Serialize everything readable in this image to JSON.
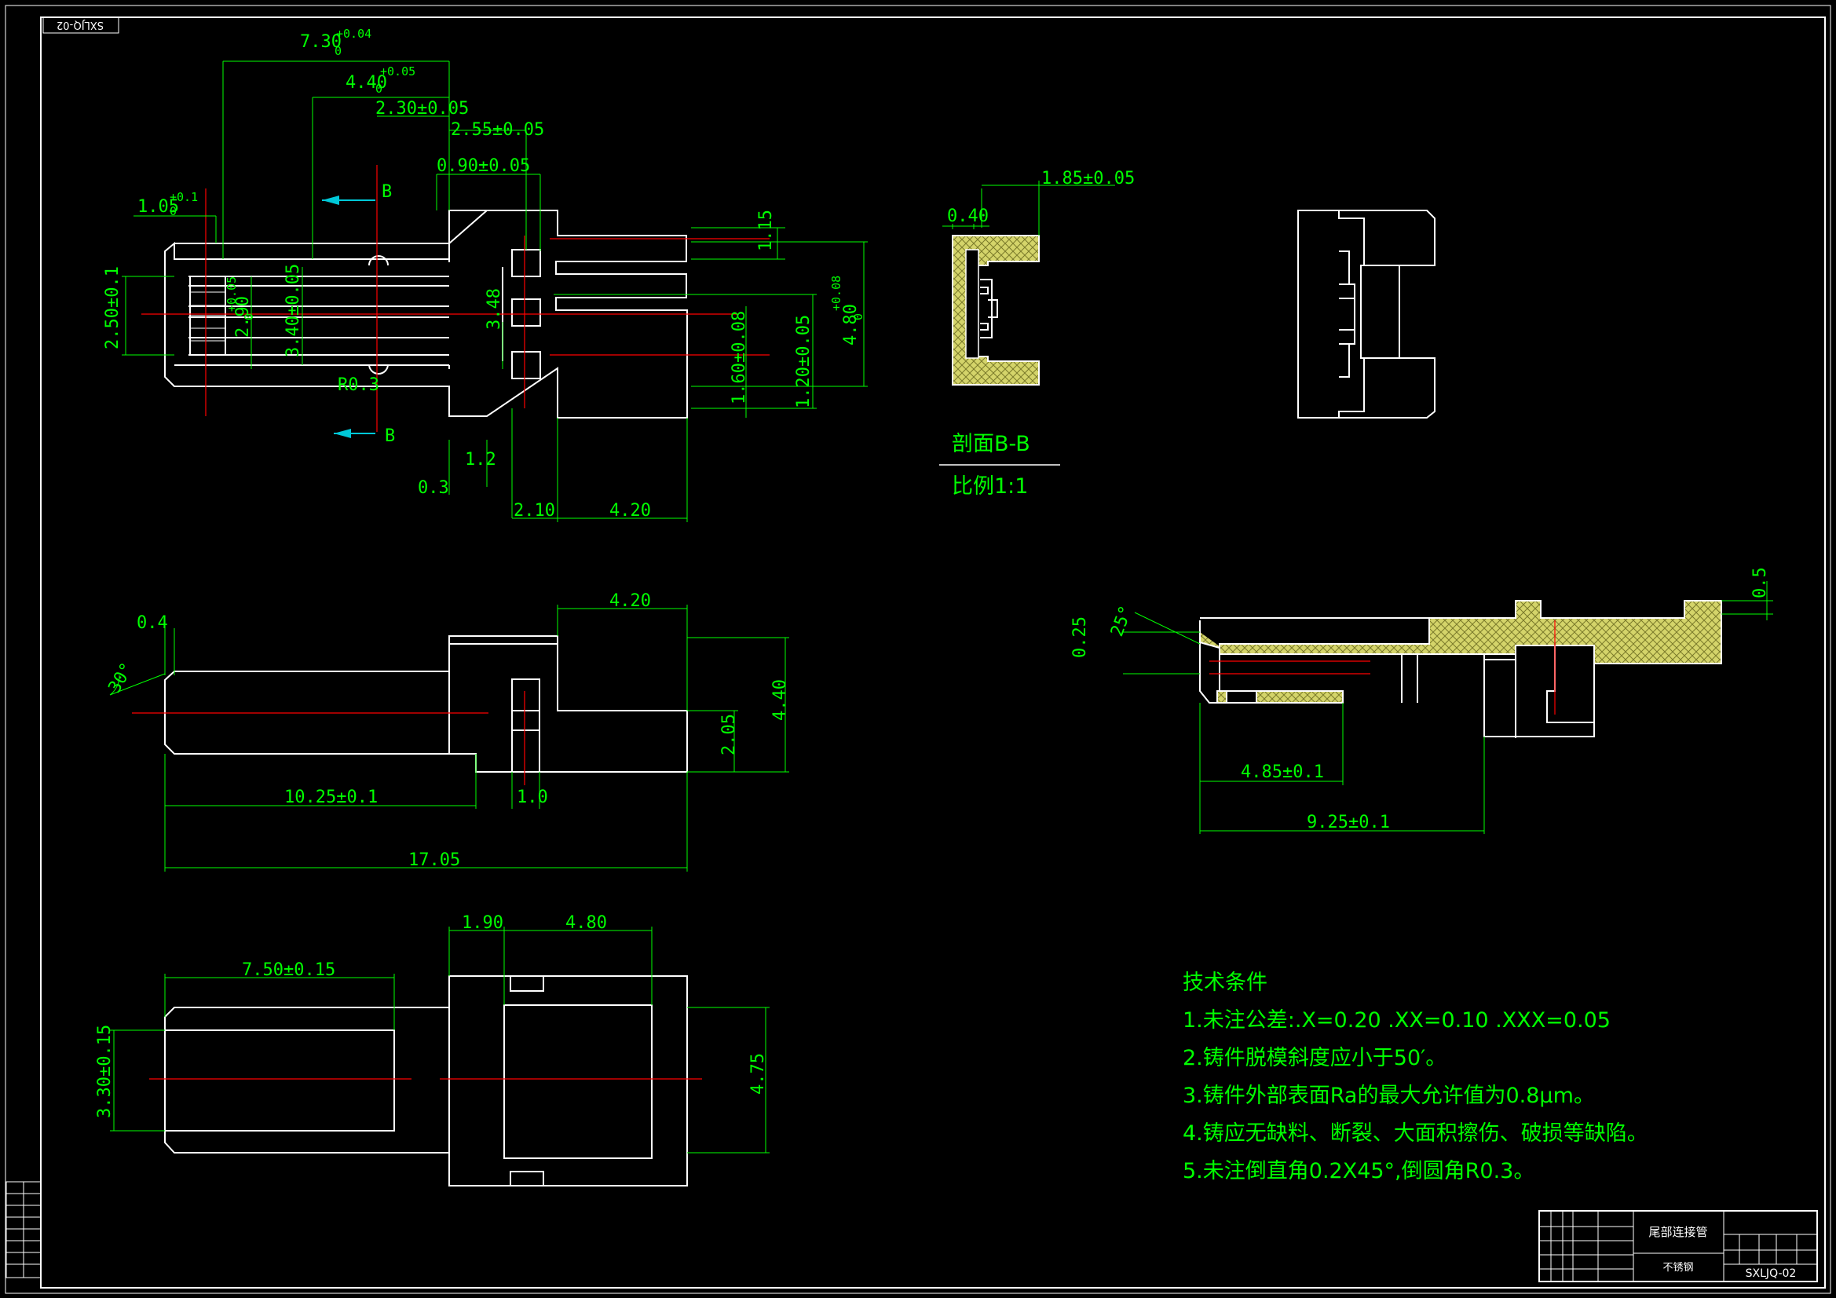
{
  "colors": {
    "background": "#000000",
    "outline": "#ffffff",
    "dimension": "#00ff00",
    "centerline": "#ff0000",
    "hatch": "#d4d46a",
    "arrow": "#00c8d8"
  },
  "frame": {
    "code_box": "SXLJQ-02"
  },
  "top_view": {
    "dims": [
      "7.30",
      "+0.04",
      "0",
      "4.40",
      "+0.05",
      "0",
      "2.30±0.05",
      "2.55±0.05",
      "0.90±0.05",
      "1.05",
      "+0.1",
      "0",
      "1.15",
      "4.80",
      "+0.08",
      "0",
      "3.48",
      "1.60±0.08",
      "1.20±0.05",
      "2.50±0.1",
      "2.90",
      "+0.05",
      "0",
      "3.40±0.05",
      "R0.3",
      "1.2",
      "0.3",
      "2.10",
      "4.20"
    ],
    "section_mark": "B"
  },
  "section": {
    "dims": [
      "1.85±0.05",
      "0.40"
    ],
    "title": "剖面B-B",
    "scale": "比例1:1"
  },
  "side_view": {
    "dims": [
      "0.4",
      "30°",
      "4.20",
      "4.40",
      "2.05",
      "10.25±0.1",
      "1.0",
      "17.05"
    ]
  },
  "long_section": {
    "dims": [
      "0.25",
      "25°",
      "0.5",
      "4.85±0.1",
      "9.25±0.1"
    ]
  },
  "bottom_view": {
    "dims": [
      "1.90",
      "4.80",
      "7.50±0.15",
      "3.30±0.15",
      "4.75"
    ]
  },
  "tech_notes": {
    "title": "技术条件",
    "items": [
      "1.未注公差:.X=0.20 .XX=0.10 .XXX=0.05",
      "2.铸件脱模斜度应小于50′。",
      "3.铸件外部表面Ra的最大允许值为0.8μm。",
      "4.铸应无缺料、断裂、大面积擦伤、破损等缺陷。",
      "5.未注倒直角0.2X45°,倒圆角R0.3。"
    ]
  },
  "title_block": {
    "part_name": "尾部连接管",
    "material": "不锈钢",
    "drawing_no": "SXLJQ-02"
  }
}
